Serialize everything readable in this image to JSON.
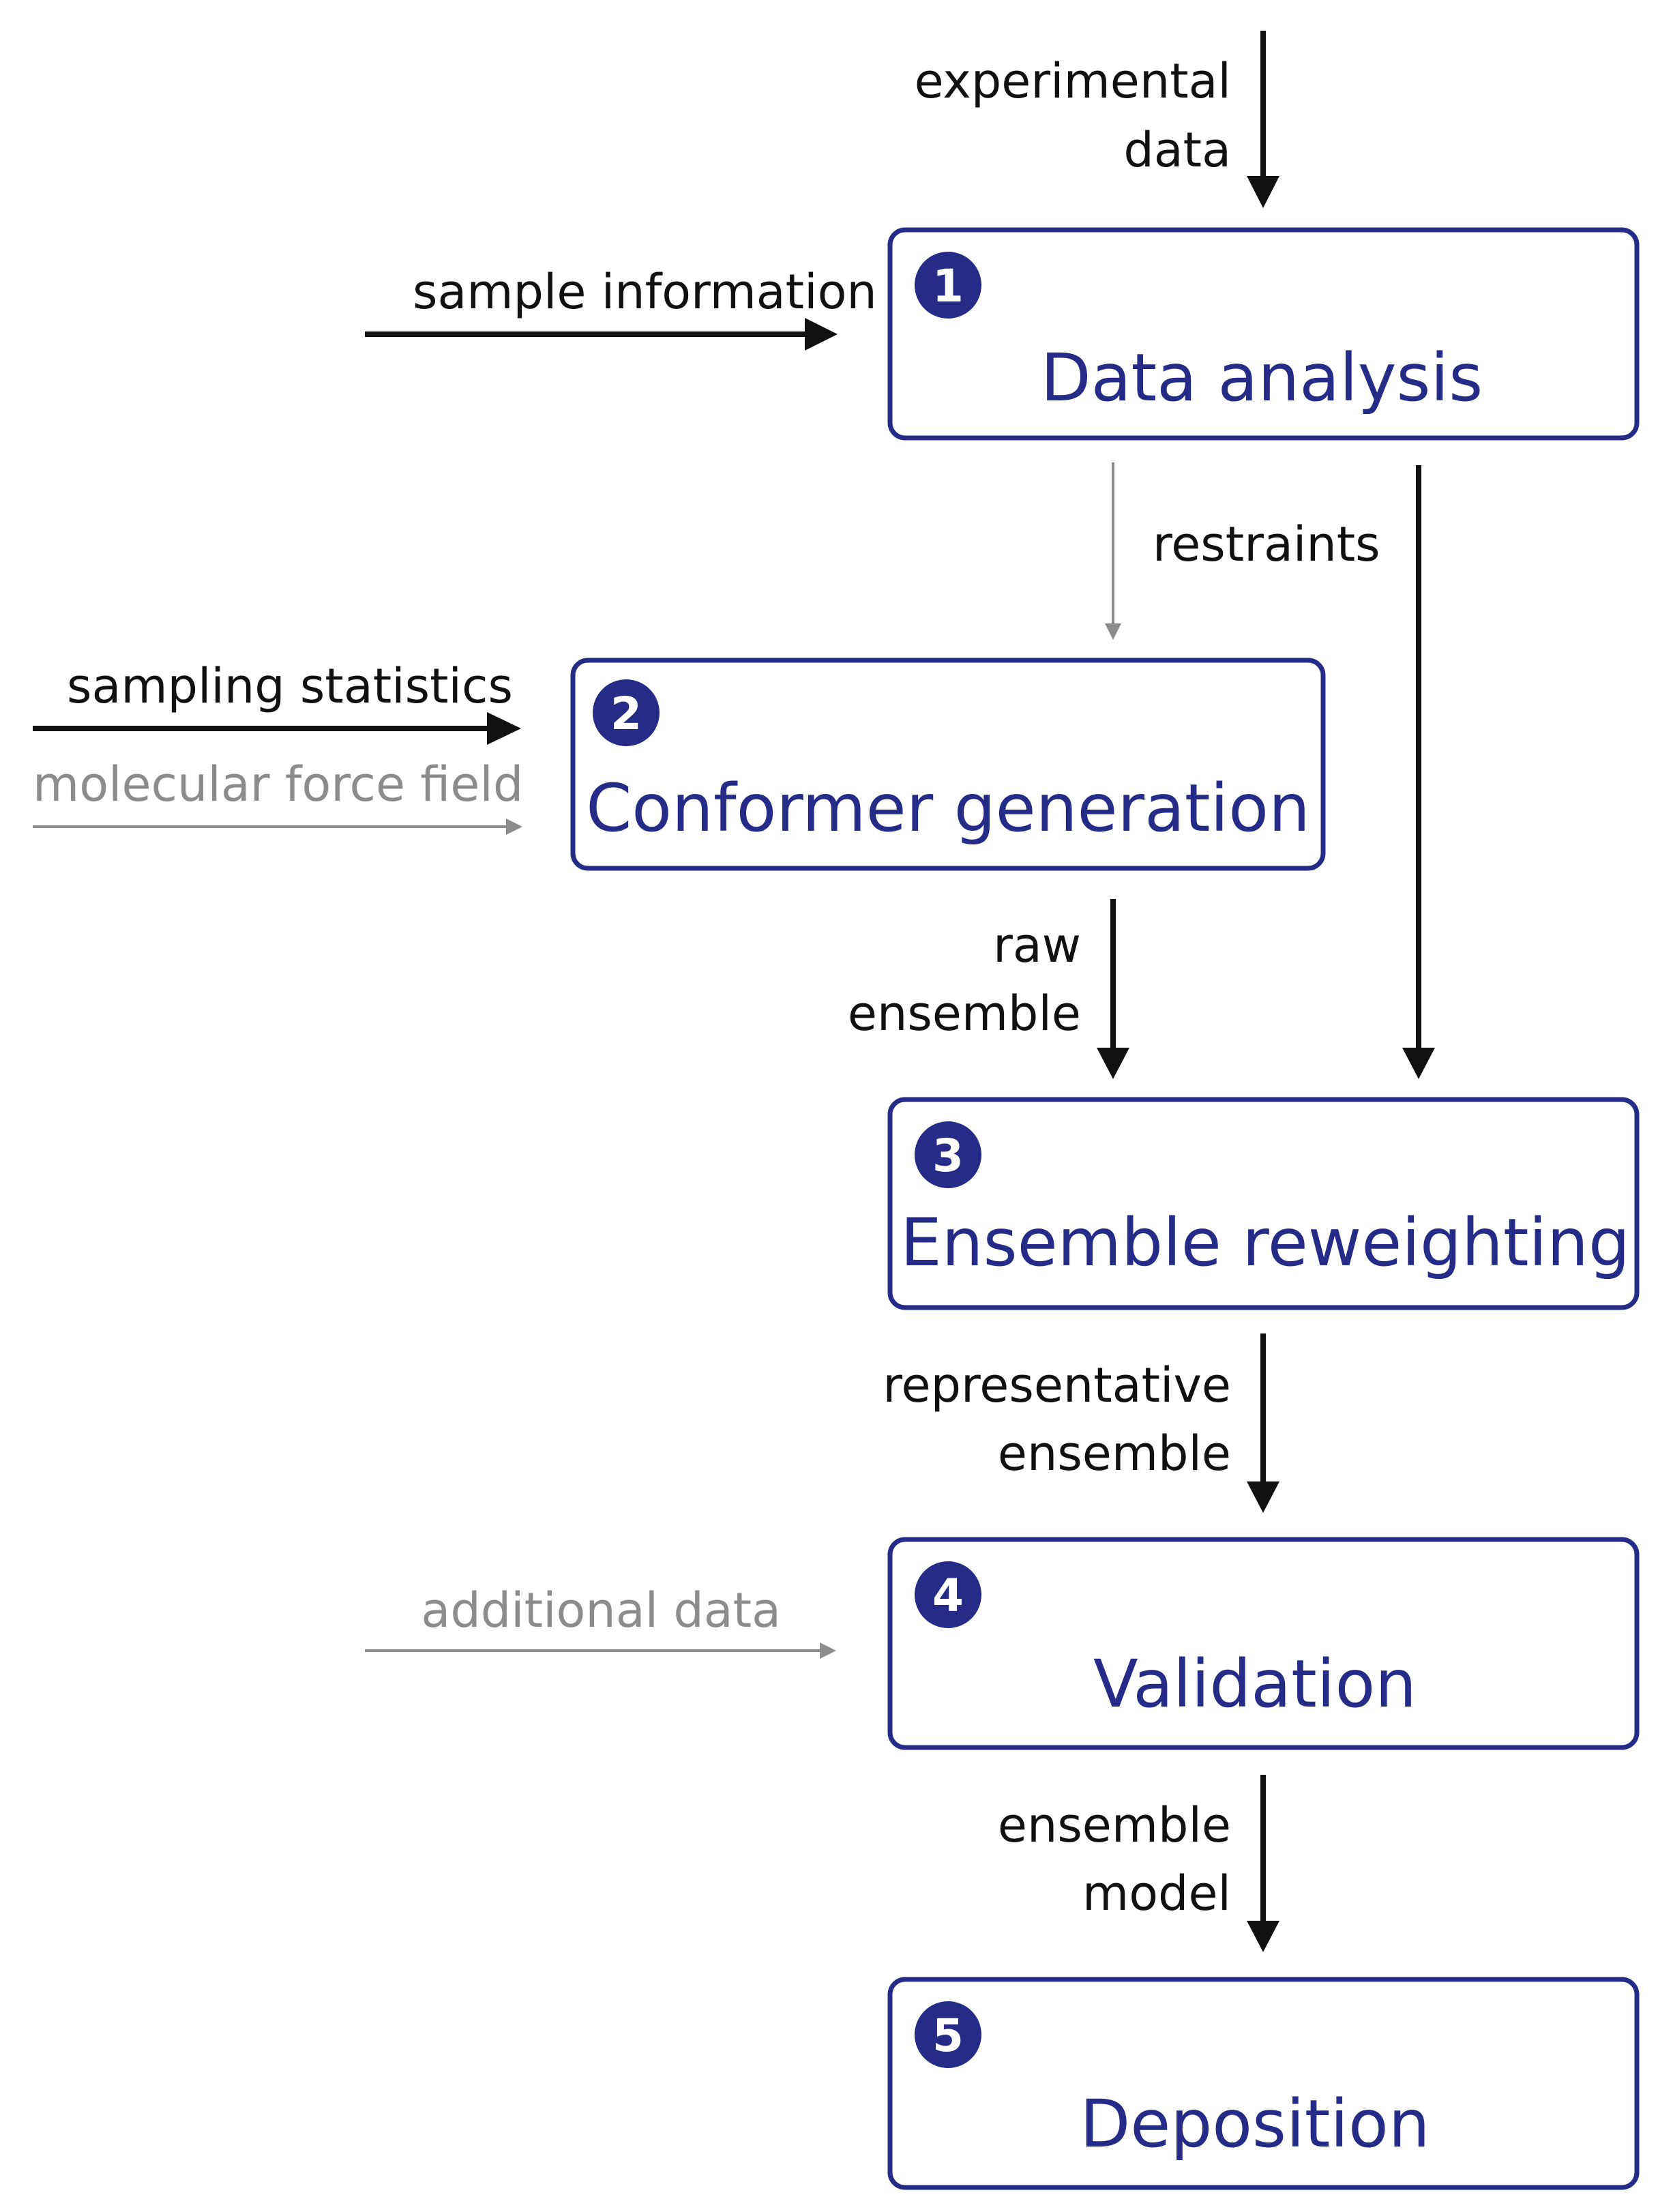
{
  "colors": {
    "box_border": "#252c87",
    "box_text": "#252c87",
    "badge_fill": "#252c87",
    "arrow_dark": "#111111",
    "arrow_gray": "#8c8c8c"
  },
  "steps": [
    {
      "number": "1",
      "title": "Data analysis"
    },
    {
      "number": "2",
      "title": "Conformer generation"
    },
    {
      "number": "3",
      "title": "Ensemble reweighting"
    },
    {
      "number": "4",
      "title": "Validation"
    },
    {
      "number": "5",
      "title": "Deposition"
    }
  ],
  "labels": {
    "experimental_data": [
      "experimental",
      "data"
    ],
    "sample_information": "sample information",
    "restraints": "restraints",
    "sampling_statistics": "sampling statistics",
    "molecular_force_field": "molecular force field",
    "raw_ensemble": [
      "raw",
      "ensemble"
    ],
    "representative_ensemble": [
      "representative",
      "ensemble"
    ],
    "additional_data": "additional data",
    "ensemble_model": [
      "ensemble",
      "model"
    ]
  }
}
